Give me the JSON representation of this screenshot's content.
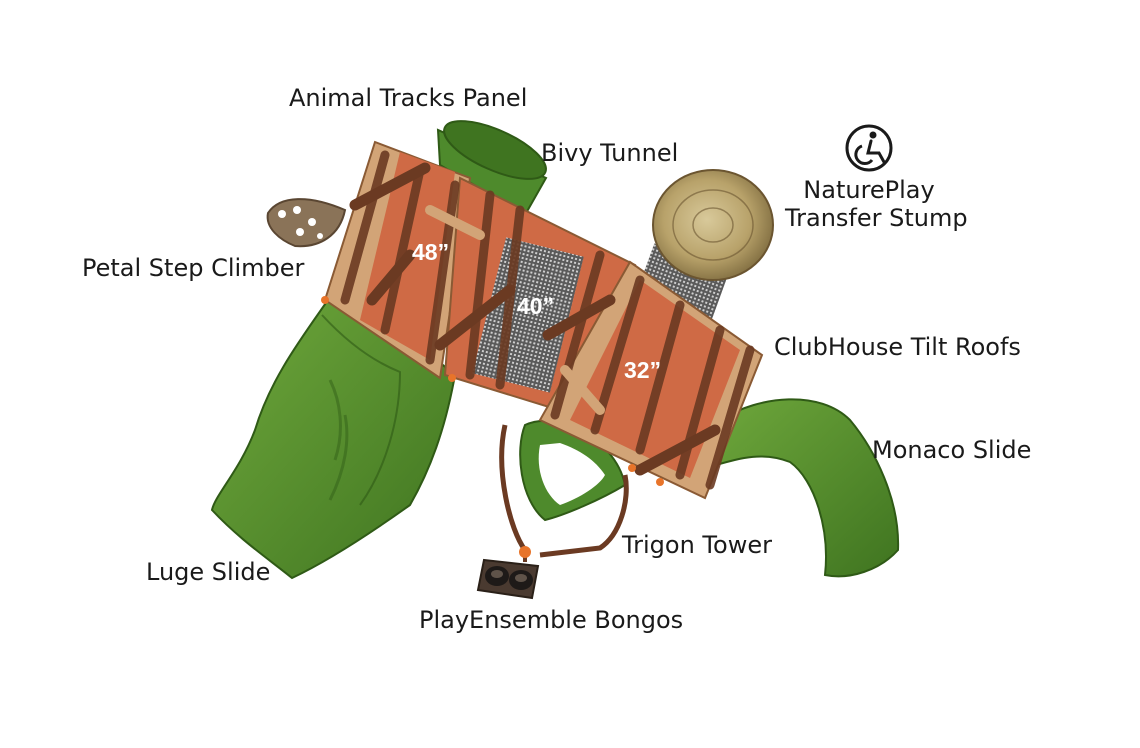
{
  "labels": {
    "animal_tracks_panel": "Animal Tracks Panel",
    "bivy_tunnel": "Bivy Tunnel",
    "natureplay_line1": "NaturePlay",
    "natureplay_line2": "Transfer Stump",
    "petal_step_climber": "Petal Step Climber",
    "clubhouse_tilt_roofs": "ClubHouse Tilt Roofs",
    "monaco_slide": "Monaco Slide",
    "trigon_tower": "Trigon Tower",
    "luge_slide": "Luge Slide",
    "playensemble_bongos": "PlayEnsemble Bongos"
  },
  "deck_heights": {
    "left": "48”",
    "center": "40”",
    "right": "32”"
  },
  "icons": {
    "accessibility": "wheelchair-accessible-icon"
  },
  "colors": {
    "slide_green": "#4f8a2a",
    "roof_tan": "#d2a477",
    "roof_terracotta": "#cf6a45",
    "beam_brown": "#6b3a22",
    "stump_wood": "#c9b98a",
    "mesh": "#8a8a8a",
    "orange_knob": "#e8742a"
  }
}
